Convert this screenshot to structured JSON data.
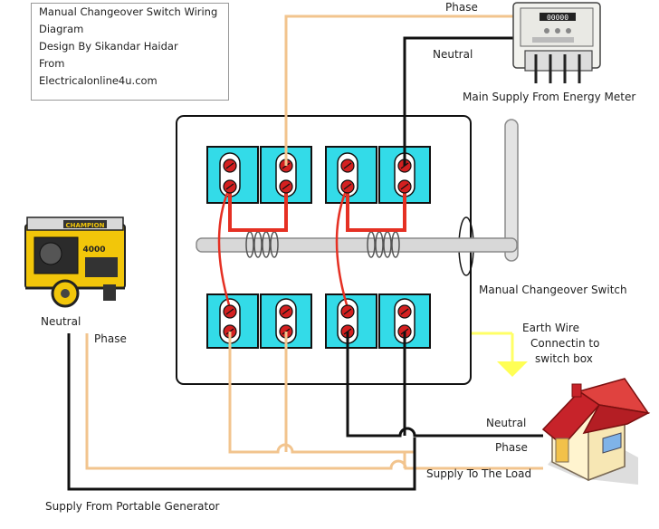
{
  "credit": {
    "lines": [
      "Manual Changeover Switch Wiring",
      "Diagram",
      "Design By Sikandar Haidar",
      "From",
      "Electricalonline4u.com"
    ]
  },
  "labels": {
    "phase_top": "Phase",
    "neutral_top": "Neutral",
    "main_supply": "Main Supply From Energy Meter",
    "changeover_switch": "Manual Changeover Switch",
    "earth_wire_1": "Earth Wire",
    "earth_wire_2": "Connectin to",
    "earth_wire_3": "switch box",
    "gen_neutral": "Neutral",
    "gen_phase": "Phase",
    "load_neutral": "Neutral",
    "load_phase": "Phase",
    "supply_load": "Supply To The Load",
    "supply_gen": "Supply From Portable Generator"
  },
  "devices": {
    "generator_brand": "CHAMPION",
    "generator_model": "4000",
    "meter_reading": "00000"
  },
  "colors": {
    "phase_wire": "#f2c48e",
    "neutral_wire": "#111111",
    "switch_link": "#e53023",
    "terminal_block": "#33dbe8",
    "earth_arrow": "#ffff55",
    "shaft": "#d8d8d8"
  }
}
